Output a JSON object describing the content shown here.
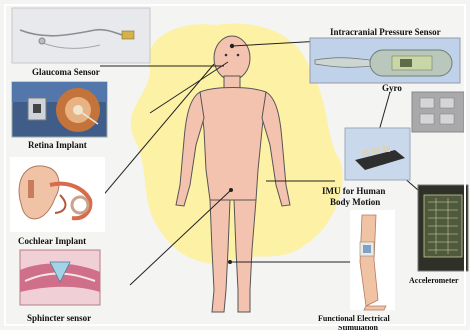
{
  "labels": {
    "glaucoma_sensor": "Glaucoma Sensor",
    "retina_implant": "Retina Implant",
    "cochlear_implant": "Cochlear Implant",
    "sphincter_sensor": "Sphincter sensor",
    "intracranial_pressure_sensor": "Intracranial Pressure Sensor",
    "gyro": "Gyro",
    "imu_line1": "IMU for Human",
    "imu_line2": "Body Motion",
    "accelerometer": "Accelerometer",
    "fes_line1": "Functional Electrical",
    "fes_line2": "Stimulation"
  },
  "colors": {
    "background": "#f4f4f2",
    "glow": "#fdf1a6",
    "skin": "#f4c3b0",
    "skin_outline": "#555555",
    "connector": "#222222"
  }
}
